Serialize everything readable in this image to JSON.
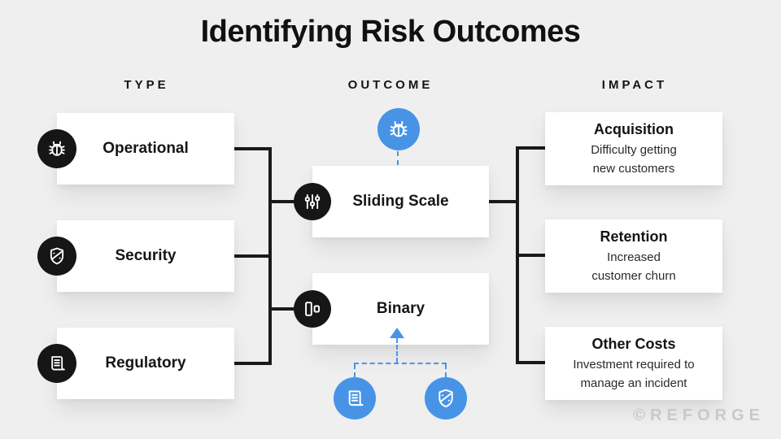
{
  "title": "Identifying Risk Outcomes",
  "columns": {
    "type_label": "TYPE",
    "outcome_label": "OUTCOME",
    "impact_label": "IMPACT"
  },
  "types": [
    {
      "label": "Operational",
      "icon": "bug-icon"
    },
    {
      "label": "Security",
      "icon": "shield-icon"
    },
    {
      "label": "Regulatory",
      "icon": "scroll-icon"
    }
  ],
  "outcomes": [
    {
      "label": "Sliding Scale",
      "icon": "sliders-icon",
      "fed_by_icon": "bug-icon"
    },
    {
      "label": "Binary",
      "icon": "binary-icon",
      "fed_by_icons": [
        "scroll-icon",
        "shield-icon"
      ]
    }
  ],
  "impacts": [
    {
      "title": "Acquisition",
      "desc_line1": "Difficulty getting",
      "desc_line2": "new customers"
    },
    {
      "title": "Retention",
      "desc_line1": "Increased",
      "desc_line2": "customer churn"
    },
    {
      "title": "Other Costs",
      "desc_line1": "Investment required to",
      "desc_line2": "manage an incident"
    }
  ],
  "watermark": "©REFORGE",
  "colors": {
    "background": "#efefef",
    "ink": "#161616",
    "connector_black": "#1a1a1a",
    "accent_blue": "#4794e6",
    "card_white": "#ffffff",
    "watermark_gray": "#c9c9c9"
  }
}
